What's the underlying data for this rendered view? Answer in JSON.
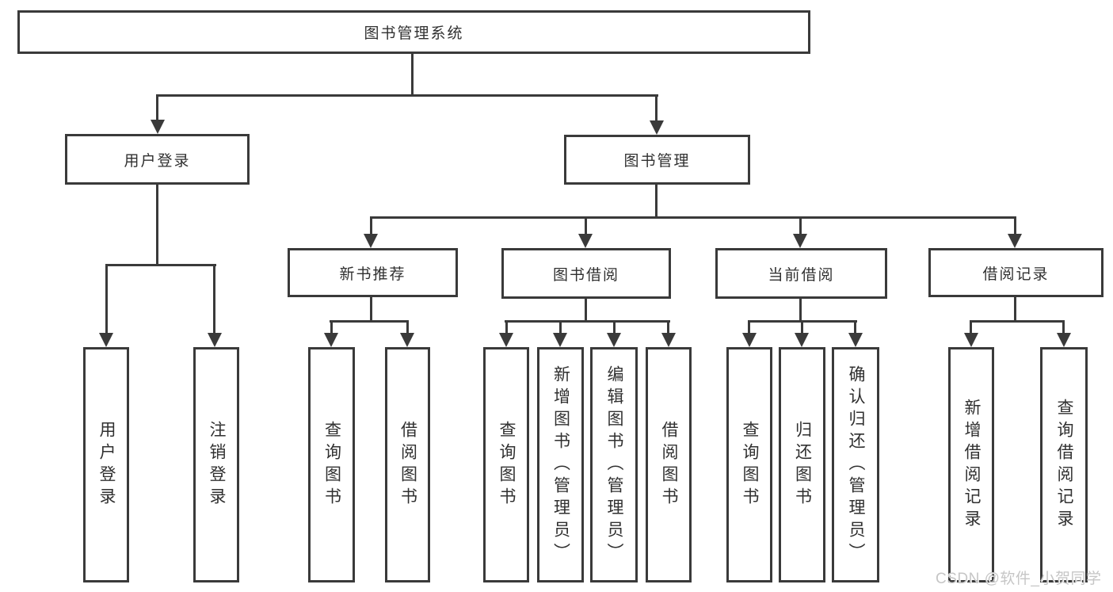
{
  "diagram": {
    "root": {
      "label": "图书管理系统"
    },
    "level2": [
      {
        "label": "用户登录"
      },
      {
        "label": "图书管理"
      }
    ],
    "level3": [
      {
        "label": "新书推荐"
      },
      {
        "label": "图书借阅"
      },
      {
        "label": "当前借阅"
      },
      {
        "label": "借阅记录"
      }
    ],
    "leaves": {
      "user_login": [
        "用户登录",
        "注销登录"
      ],
      "new_book": [
        "查询图书",
        "借阅图书"
      ],
      "book_borrow": [
        "查询图书",
        "新增图书（管理员）",
        "编辑图书（管理员）",
        "借阅图书"
      ],
      "current_borrow": [
        "查询图书",
        "归还图书",
        "确认归还（管理员）"
      ],
      "records": [
        "新增借阅记录",
        "查询借阅记录"
      ]
    }
  },
  "watermark": {
    "text": "CSDN @软件_小贺同学"
  },
  "colors": {
    "line": "#3a3a3a",
    "text": "#303030",
    "background": "#ffffff",
    "watermark": "#c6c6c6"
  }
}
